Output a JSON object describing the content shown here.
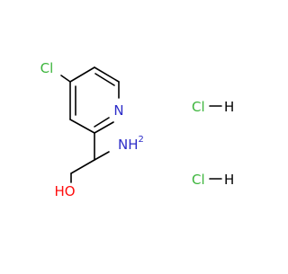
{
  "molecule": {
    "atoms": {
      "chlorine": "Cl",
      "nitrogen": "N",
      "amine": "NH",
      "amine_sub": "2",
      "hydroxyl": "HO"
    },
    "salts": [
      {
        "cl": "Cl",
        "h": "H"
      },
      {
        "cl": "Cl",
        "h": "H"
      }
    ]
  },
  "colors": {
    "bond": "#000000",
    "chlorine": "#3cb53c",
    "nitrogen": "#2c2cc8",
    "oxygen": "#ff0d0d"
  }
}
